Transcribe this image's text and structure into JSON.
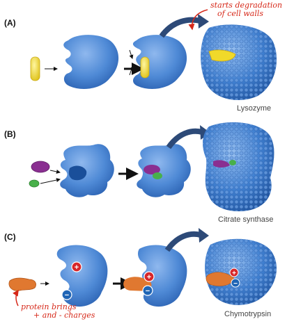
{
  "panels": [
    {
      "label": "(A)",
      "enzyme": "Lysozyme"
    },
    {
      "label": "(B)",
      "enzyme": "Citrate synthase"
    },
    {
      "label": "(C)",
      "enzyme": "Chymotrypsin"
    }
  ],
  "annotations": {
    "lysozyme_note_line1": "starts degradation",
    "lysozyme_note_line2": "of cell walls",
    "chymotrypsin_note_line1": "protein brings",
    "chymotrypsin_note_line2": "+ and - charges"
  },
  "charge_symbols": {
    "positive": "+",
    "negative": "−"
  },
  "colors": {
    "enzyme_blue": "#3f7fd0",
    "substrate_yellow": "#f2df3a",
    "substrate_purple": "#8a2f91",
    "substrate_green": "#48b04a",
    "substrate_orange": "#e07830",
    "charge_red": "#d7262a",
    "charge_blue": "#1f65b5",
    "annotation_red": "#d62718"
  }
}
